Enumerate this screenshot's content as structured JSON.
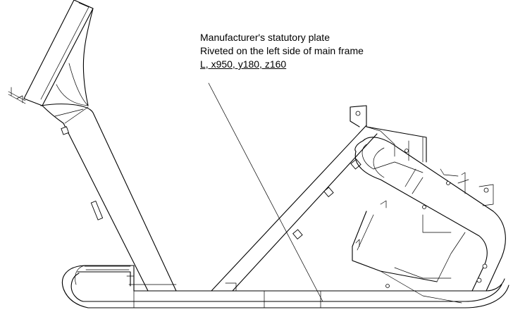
{
  "callout": {
    "line1": "Manufacturer's statutory plate",
    "line2": "Riveted on the left side of main frame",
    "line3": "L, x950, y180, z160"
  }
}
